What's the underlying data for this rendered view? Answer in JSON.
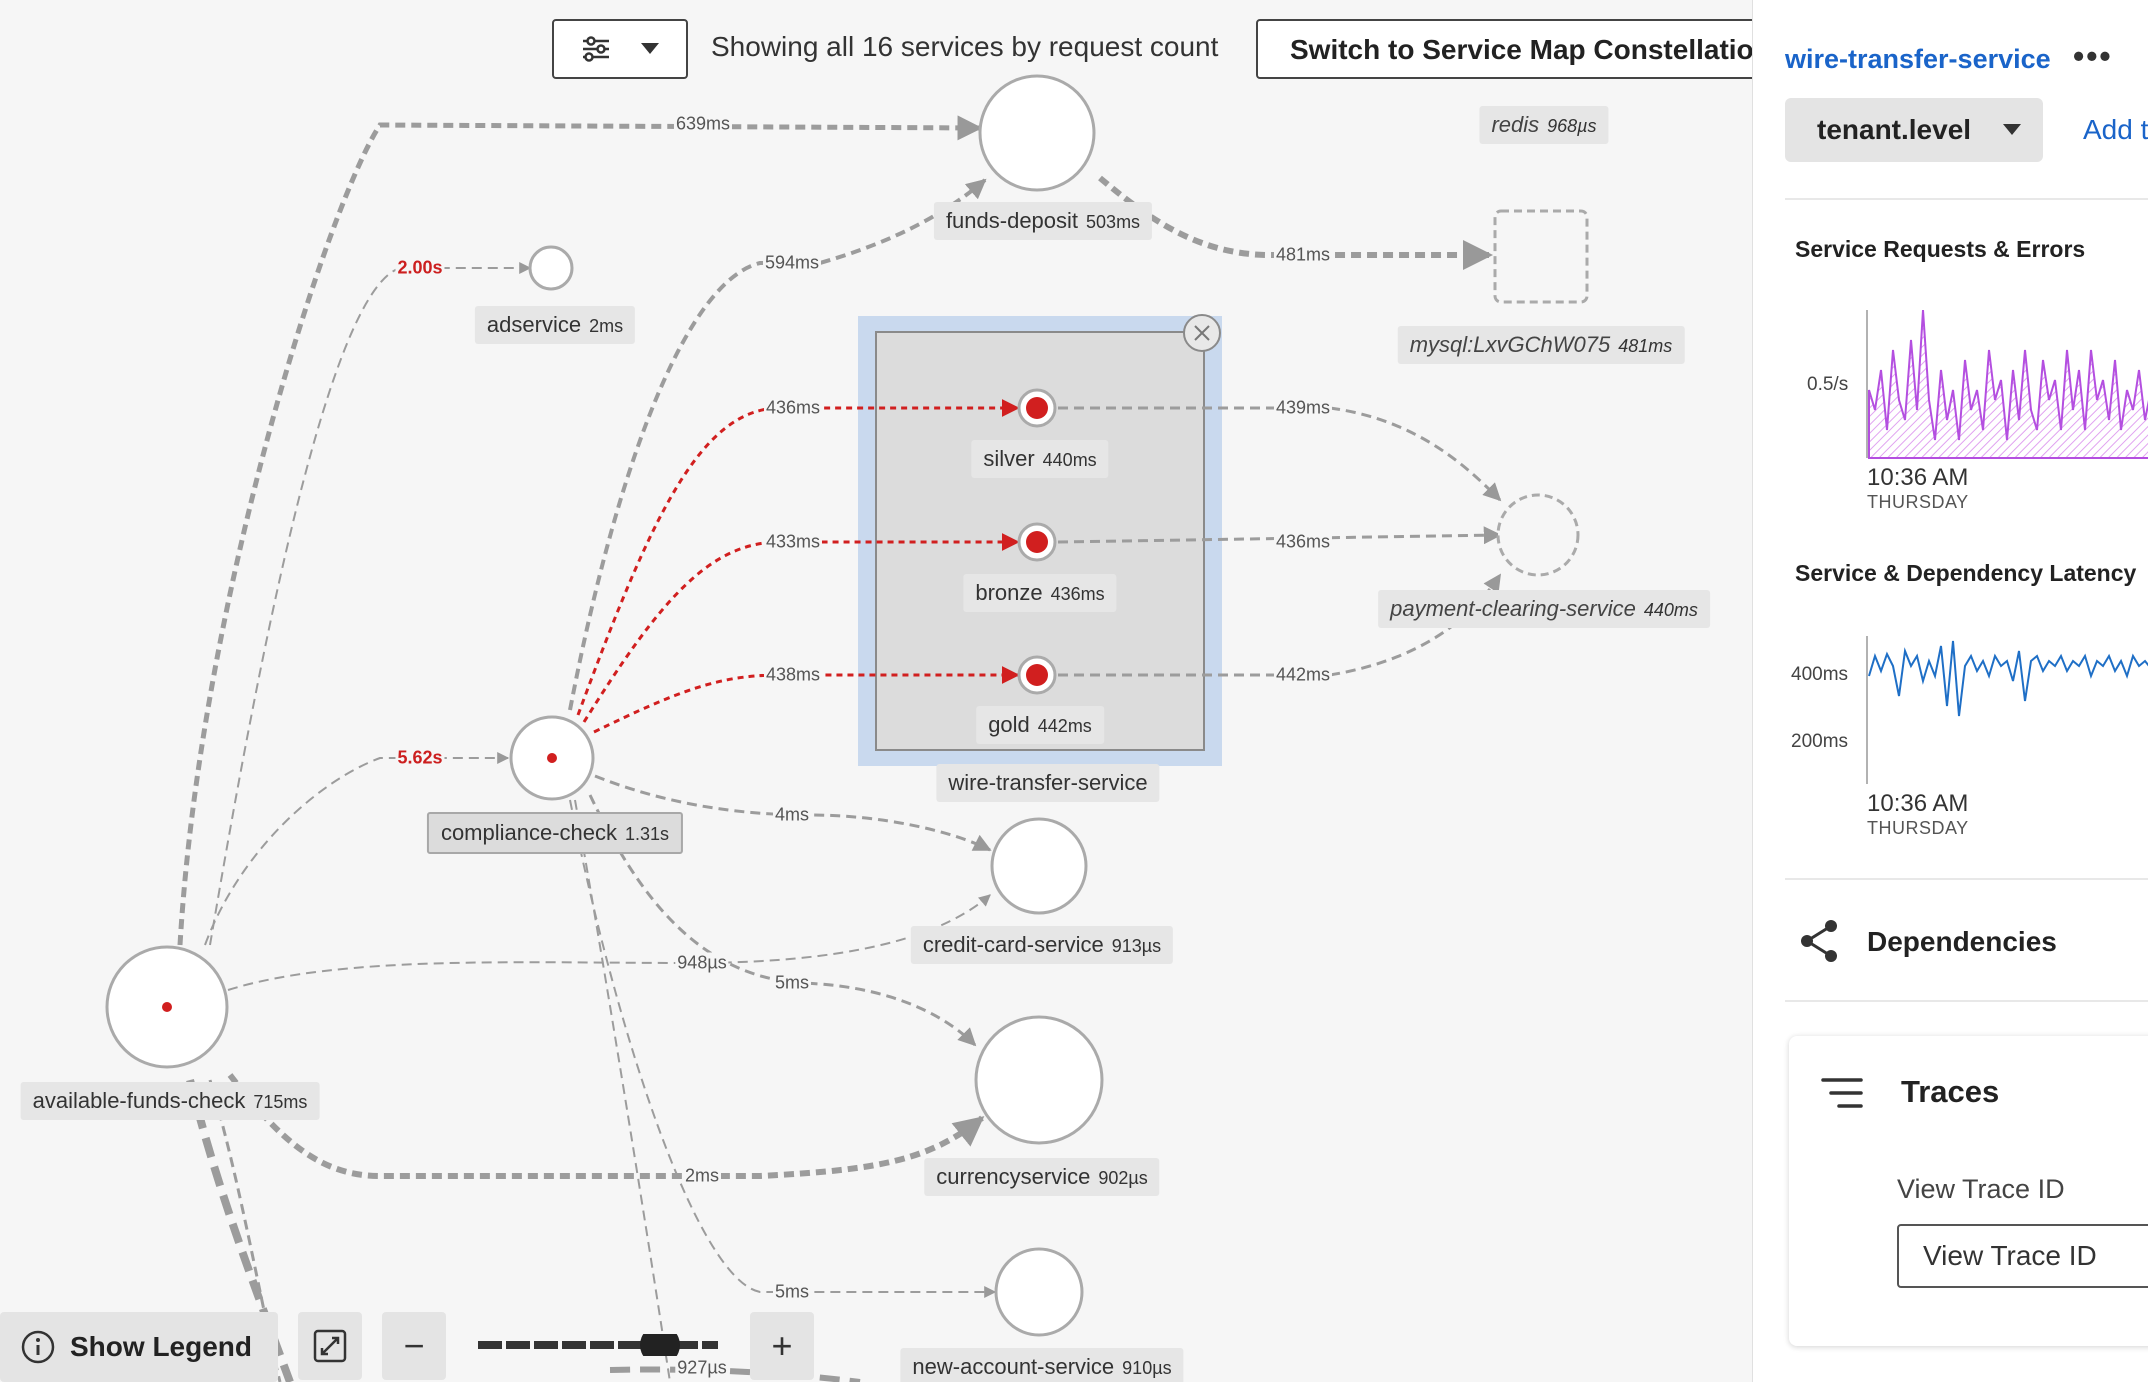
{
  "toolbar": {
    "filter_icon": "sliders-icon",
    "showing_text": "Showing all 16 services by request count",
    "switch_label": "Switch to Service Map Constellation"
  },
  "nodes": {
    "funds_deposit": {
      "name": "funds-deposit",
      "latency": "503ms"
    },
    "redis": {
      "name": "redis",
      "latency": "968µs"
    },
    "adservice": {
      "name": "adservice",
      "latency": "2ms"
    },
    "mysql": {
      "name": "mysql:LxvGChW075",
      "latency": "481ms"
    },
    "silver": {
      "name": "silver",
      "latency": "440ms"
    },
    "bronze": {
      "name": "bronze",
      "latency": "436ms"
    },
    "gold": {
      "name": "gold",
      "latency": "442ms"
    },
    "payment_clearing": {
      "name": "payment-clearing-service",
      "latency": "440ms"
    },
    "wire_transfer_group": {
      "name": "wire-transfer-service"
    },
    "compliance_check": {
      "name": "compliance-check",
      "latency": "1.31s"
    },
    "credit_card": {
      "name": "credit-card-service",
      "latency": "913µs"
    },
    "available_funds": {
      "name": "available-funds-check",
      "latency": "715ms"
    },
    "currencyservice": {
      "name": "currencyservice",
      "latency": "902µs"
    },
    "new_account": {
      "name": "new-account-service",
      "latency": "910µs"
    }
  },
  "edges": {
    "e639": "639ms",
    "e200": "2.00s",
    "e594": "594ms",
    "e481": "481ms",
    "e436a": "436ms",
    "e433": "433ms",
    "e438": "438ms",
    "e439": "439ms",
    "e436b": "436ms",
    "e442": "442ms",
    "e562": "5.62s",
    "e4": "4ms",
    "e948": "948µs",
    "e5a": "5ms",
    "e2": "2ms",
    "e5b": "5ms",
    "e927": "927µs"
  },
  "controls": {
    "legend_label": "Show Legend",
    "zoom_out": "−",
    "zoom_in": "+",
    "zoom_level": 0.8
  },
  "panel": {
    "title": "wire-transfer-service",
    "more": "•••",
    "tag_select": "tenant.level",
    "add_label": "Add to",
    "requests_title": "Service Requests & Errors",
    "requests_ytick": "0.5/s",
    "requests_time": "10:36 AM",
    "requests_day": "THURSDAY",
    "latency_title": "Service & Dependency Latency",
    "latency_ytick_high": "400ms",
    "latency_ytick_low": "200ms",
    "latency_time": "10:36 AM",
    "latency_day": "THURSDAY",
    "dependencies_label": "Dependencies",
    "traces_label": "Traces",
    "view_trace_label": "View Trace ID",
    "view_trace_placeholder": "View Trace ID"
  },
  "colors": {
    "error_red": "#d11f1f",
    "link_blue": "#1a64c9",
    "group_highlight": "#c9d9ee",
    "requests_line": "#b44fe0",
    "latency_line": "#1f6fc6"
  }
}
